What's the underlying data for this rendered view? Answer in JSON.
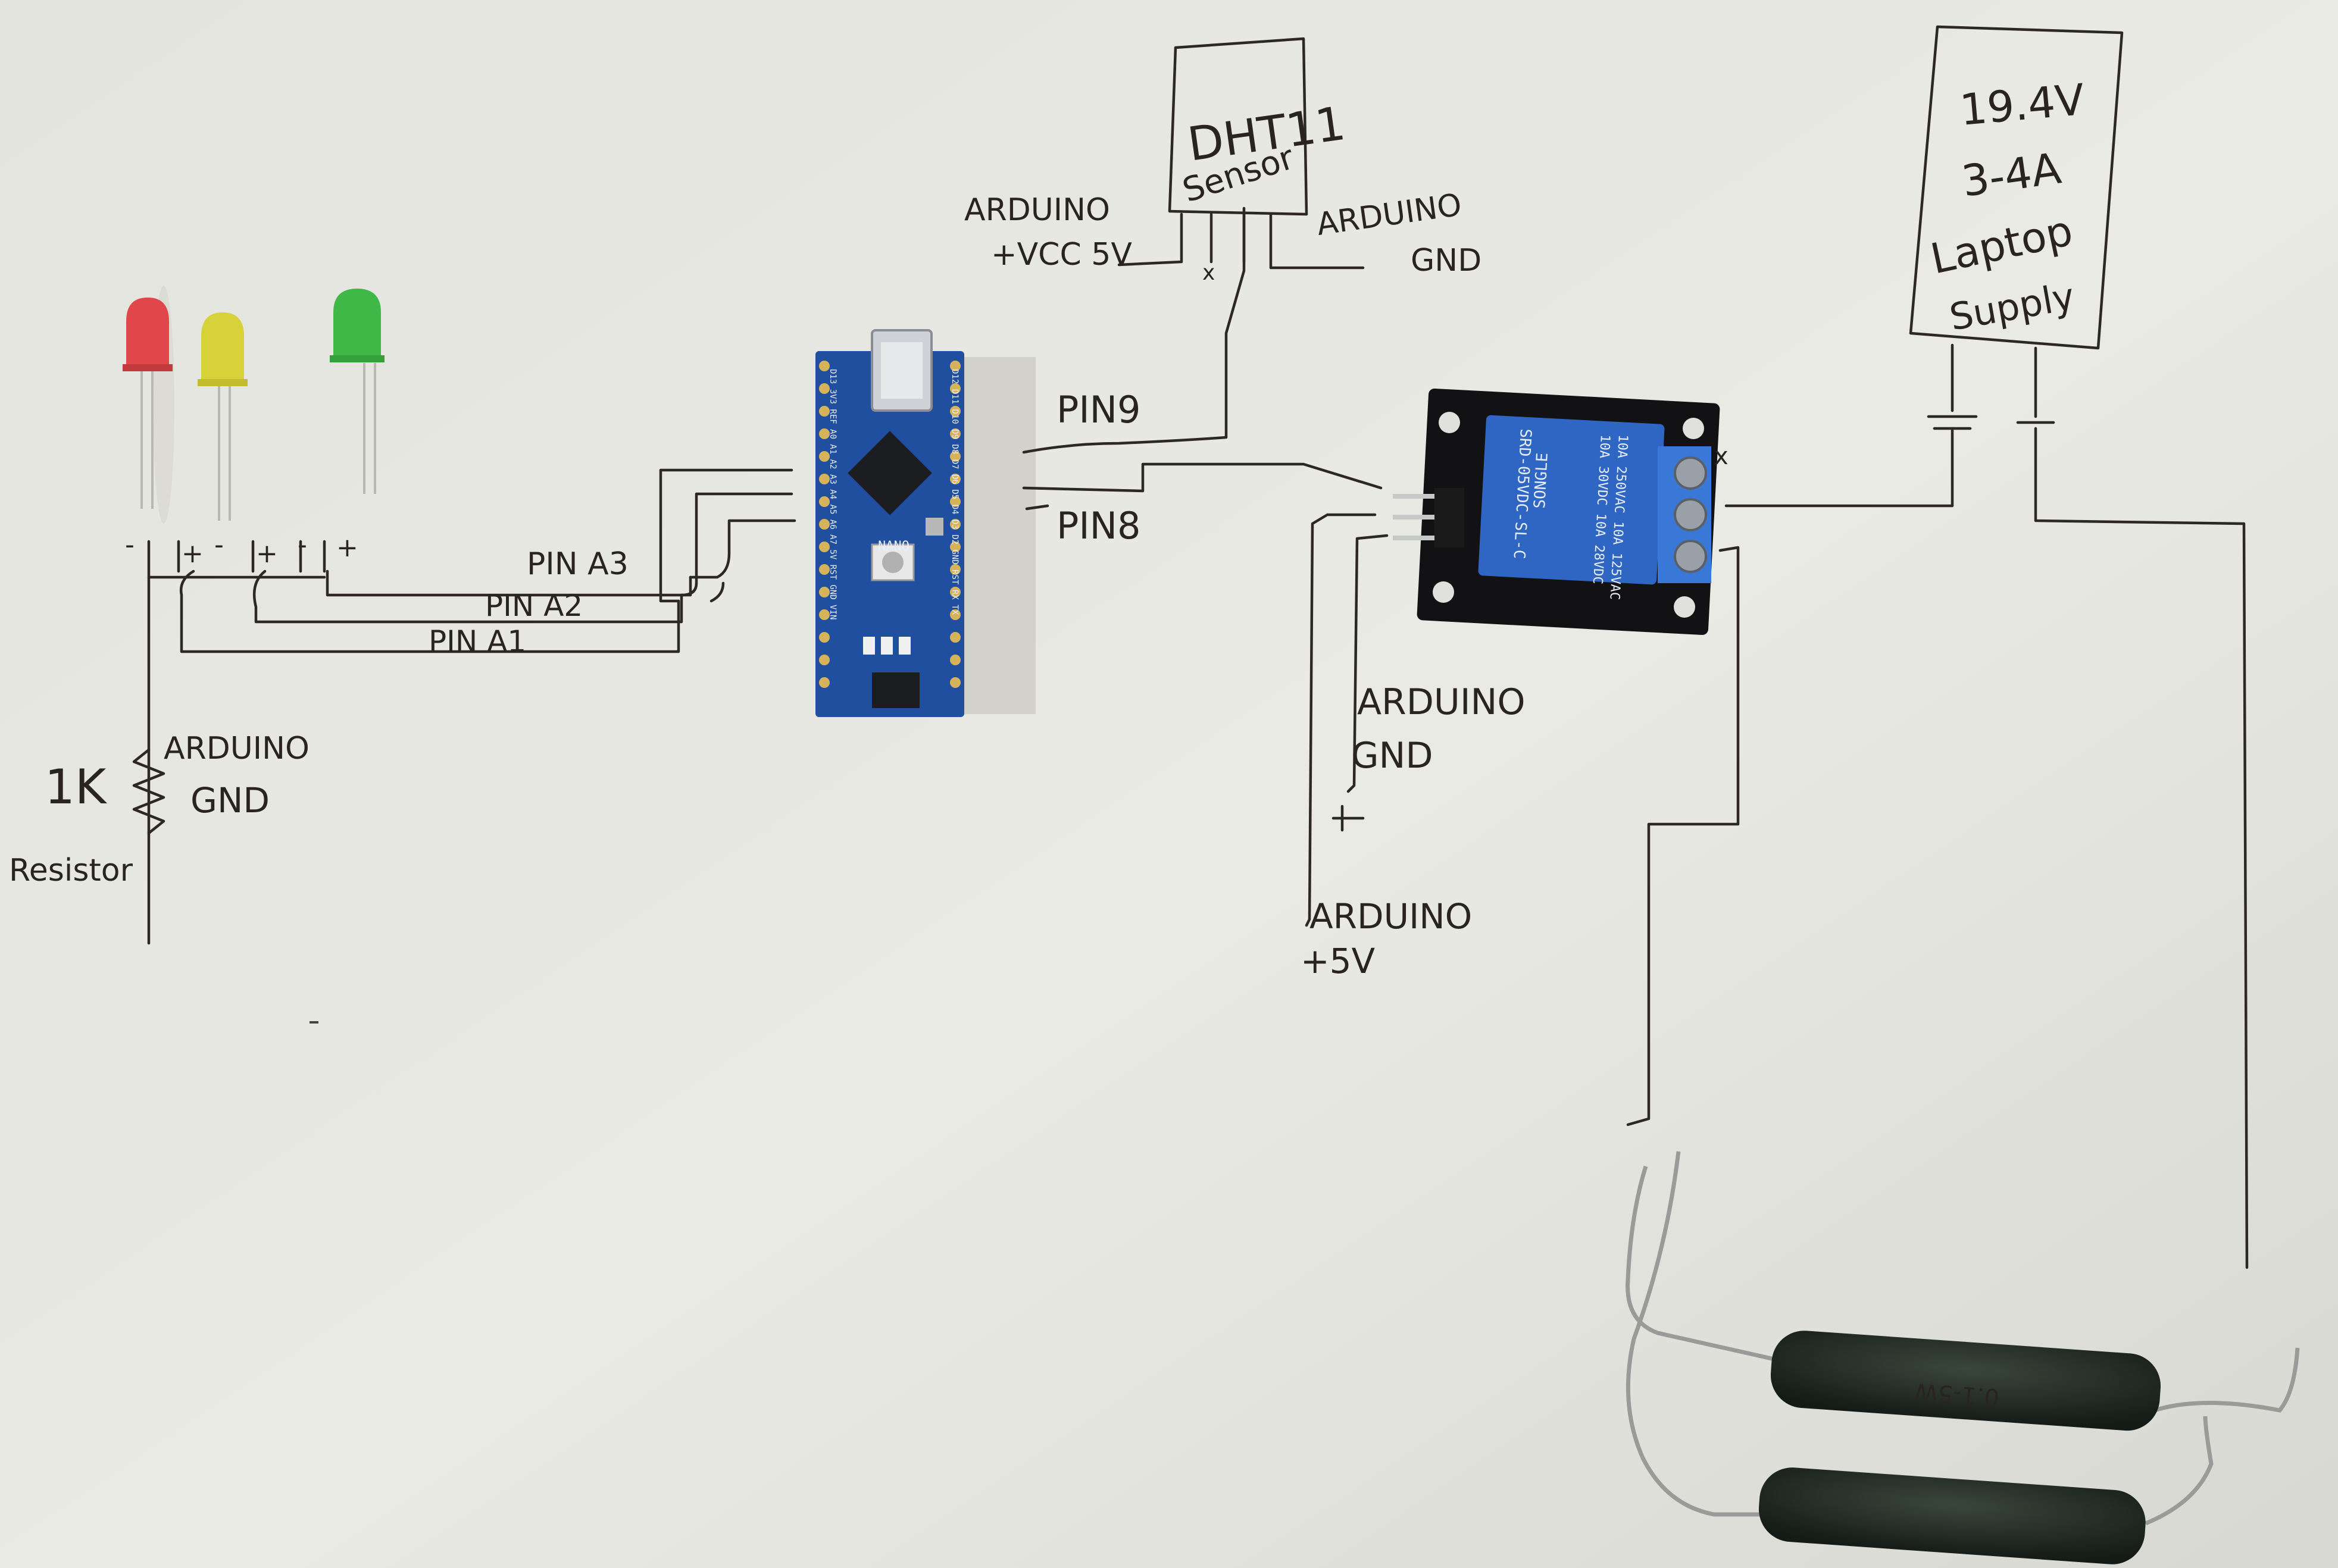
{
  "dht_sensor": {
    "line1": "DHT11",
    "line2": "Sensor"
  },
  "dht_wiring": {
    "vcc_label_line1": "ARDUINO",
    "vcc_label_line2": "+VCC 5V",
    "gnd_label_line1": "ARDUINO",
    "gnd_label_line2": "GND",
    "nc_mark": "x"
  },
  "power_supply": {
    "line1": "19.4V",
    "line2": "3-4A",
    "line3": "Laptop",
    "line4": "Supply"
  },
  "arduino": {
    "model_label": "NANO",
    "top_pins": "D12 D11 D10 D9 D8 D7 D6 D5 D4 D3 D2 GND RST RX TX",
    "bottom_pins": "D13 3V3 REF A0 A1 A2 A3 A4 A5 A6 A7 5V RST GND VIN"
  },
  "signal_labels": {
    "pin9": "PIN9",
    "pin8": "PIN8",
    "pin_a3": "PIN A3",
    "pin_a2": "PIN A2",
    "pin_a1": "PIN A1"
  },
  "led_row": {
    "minus": "-",
    "plus": "+"
  },
  "resistor": {
    "value": "1K",
    "name": "Resistor",
    "gnd_line1": "ARDUINO",
    "gnd_line2": "GND"
  },
  "relay_module": {
    "model": "SRD-05VDC-SL-C",
    "rating_line1": "10A 250VAC 10A 125VAC",
    "rating_line2": "10A 30VDC 10A 28VDC",
    "brand": "SONGLE",
    "nc_mark": "x"
  },
  "relay_wiring": {
    "gnd_line1": "ARDUINO",
    "gnd_line2": "GND",
    "vcc_line1": "ARDUINO",
    "vcc_line2": "+5V",
    "plus_mark": "+"
  },
  "load_resistors": {
    "marking": "0.1-5W"
  },
  "colors": {
    "paper": "#e6e6e0",
    "ink": "#2e2824",
    "arduino_board": "#1f4f9e",
    "relay_blue": "#2f66c4",
    "terminal_blue": "#3a78d8",
    "led_red": "#e0464a",
    "led_yellow": "#d8d23a",
    "led_green": "#3fb848",
    "resistor_body": "#1f2a22"
  }
}
